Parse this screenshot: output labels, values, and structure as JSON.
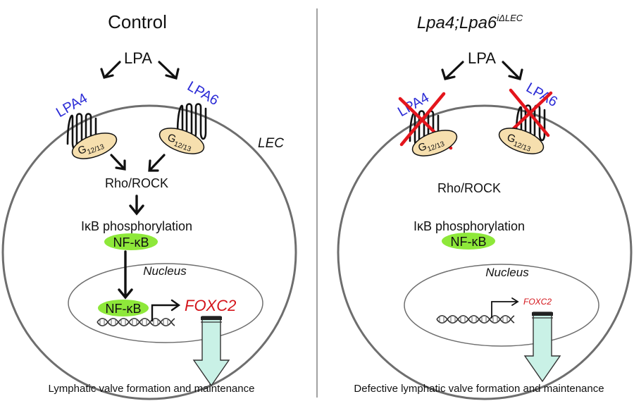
{
  "colors": {
    "cell_outline": "#6e6e6e",
    "receptor_label": "#2b2bd6",
    "foxc2_text": "#d4141a",
    "nfkb_fill": "#8ee83a",
    "g_protein_fill": "#f6dfae",
    "arrow_fill": "#c9f1e6",
    "cross": "#e4151c",
    "divider": "#444444"
  },
  "control": {
    "title": "Control",
    "ligand": "LPA",
    "receptor_left": "LPA4",
    "receptor_right": "LPA6",
    "g_protein_main": "G",
    "g_protein_sub": "12/13",
    "cell_label": "LEC",
    "rho": "Rho/ROCK",
    "ikb": "IκB phosphorylation",
    "nfkb": "NF-κB",
    "nucleus": "Nucleus",
    "gene": "FOXC2",
    "caption": "Lymphatic valve formation and maintenance"
  },
  "mutant": {
    "title_main": "Lpa4;Lpa6",
    "title_sup": "iΔLEC",
    "ligand": "LPA",
    "receptor_left": "LPA4",
    "receptor_right": "LPA6",
    "g_protein_main": "G",
    "g_protein_sub": "12/13",
    "rho": "Rho/ROCK",
    "ikb": "IκB phosphorylation",
    "nfkb": "NF-κB",
    "nucleus": "Nucleus",
    "gene": "FOXC2",
    "caption": "Defective lymphatic valve formation and maintenance"
  }
}
